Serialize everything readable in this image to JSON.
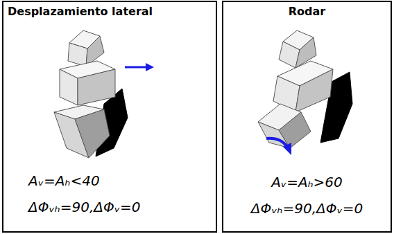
{
  "diagram": {
    "nodes": [
      {
        "text": [
          "Desplazamiento lateral",
          "Aᵥ=Aₕ<40",
          "ΔΦᵥₕ=90,ΔΦᵥ=0"
        ]
      },
      {
        "text": [
          "Rodar",
          "Aᵥ=Aₕ>60",
          "ΔΦᵥₕ=90,ΔΦᵥ=0"
        ]
      }
    ]
  }
}
